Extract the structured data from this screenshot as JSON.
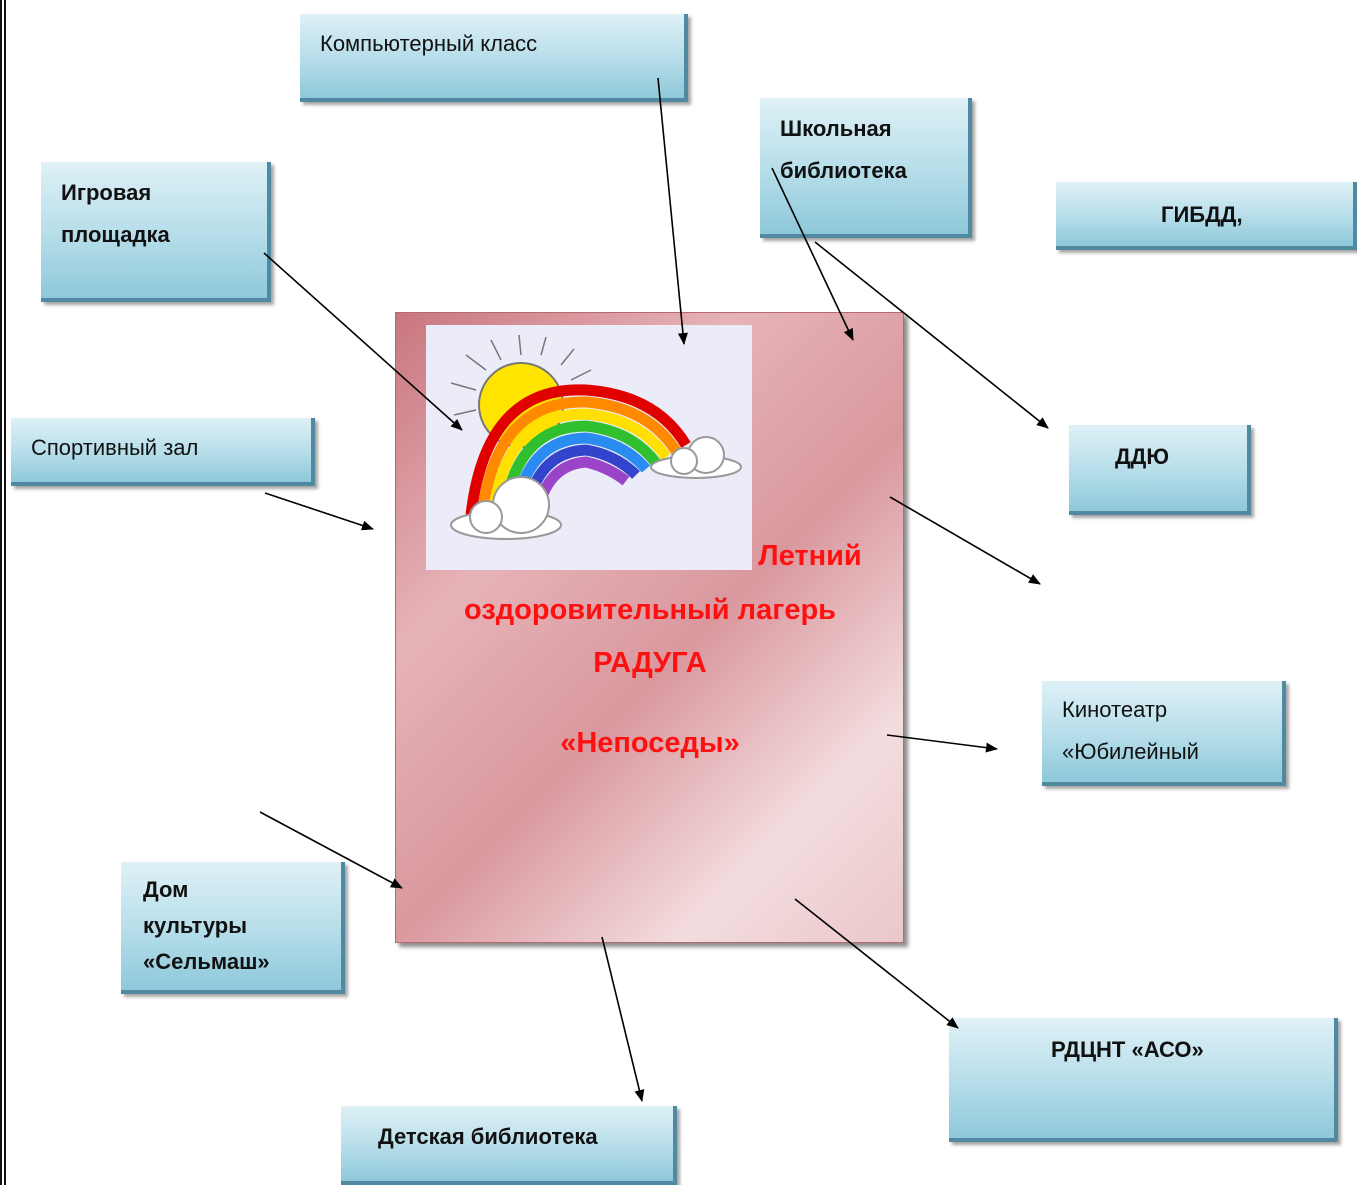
{
  "camp": {
    "title_line1": "Летний",
    "title_line2": "оздоровительный лагерь",
    "title_line3": "РАДУГА",
    "squad": "«Непоседы»"
  },
  "nodes": {
    "computer_class": "Компьютерный класс",
    "school_library": "Школьная\nбиблиотека",
    "playground": "Игровая\nплощадка",
    "gibdd": "ГИБДД,",
    "sport_hall": "Спортивный зал",
    "ddyu": "ДДЮ",
    "cinema": "Кинотеатр\n«Юбилейный",
    "culture_house": "Дом\nкультуры\n«Сельмаш»",
    "rdcnt": "РДЦНТ «АСО»",
    "kids_library": "Детская библиотека"
  },
  "colors": {
    "box_fill": "#b5dde9",
    "card_fill": "#e6b3b8",
    "title_color": "#ff1010"
  }
}
